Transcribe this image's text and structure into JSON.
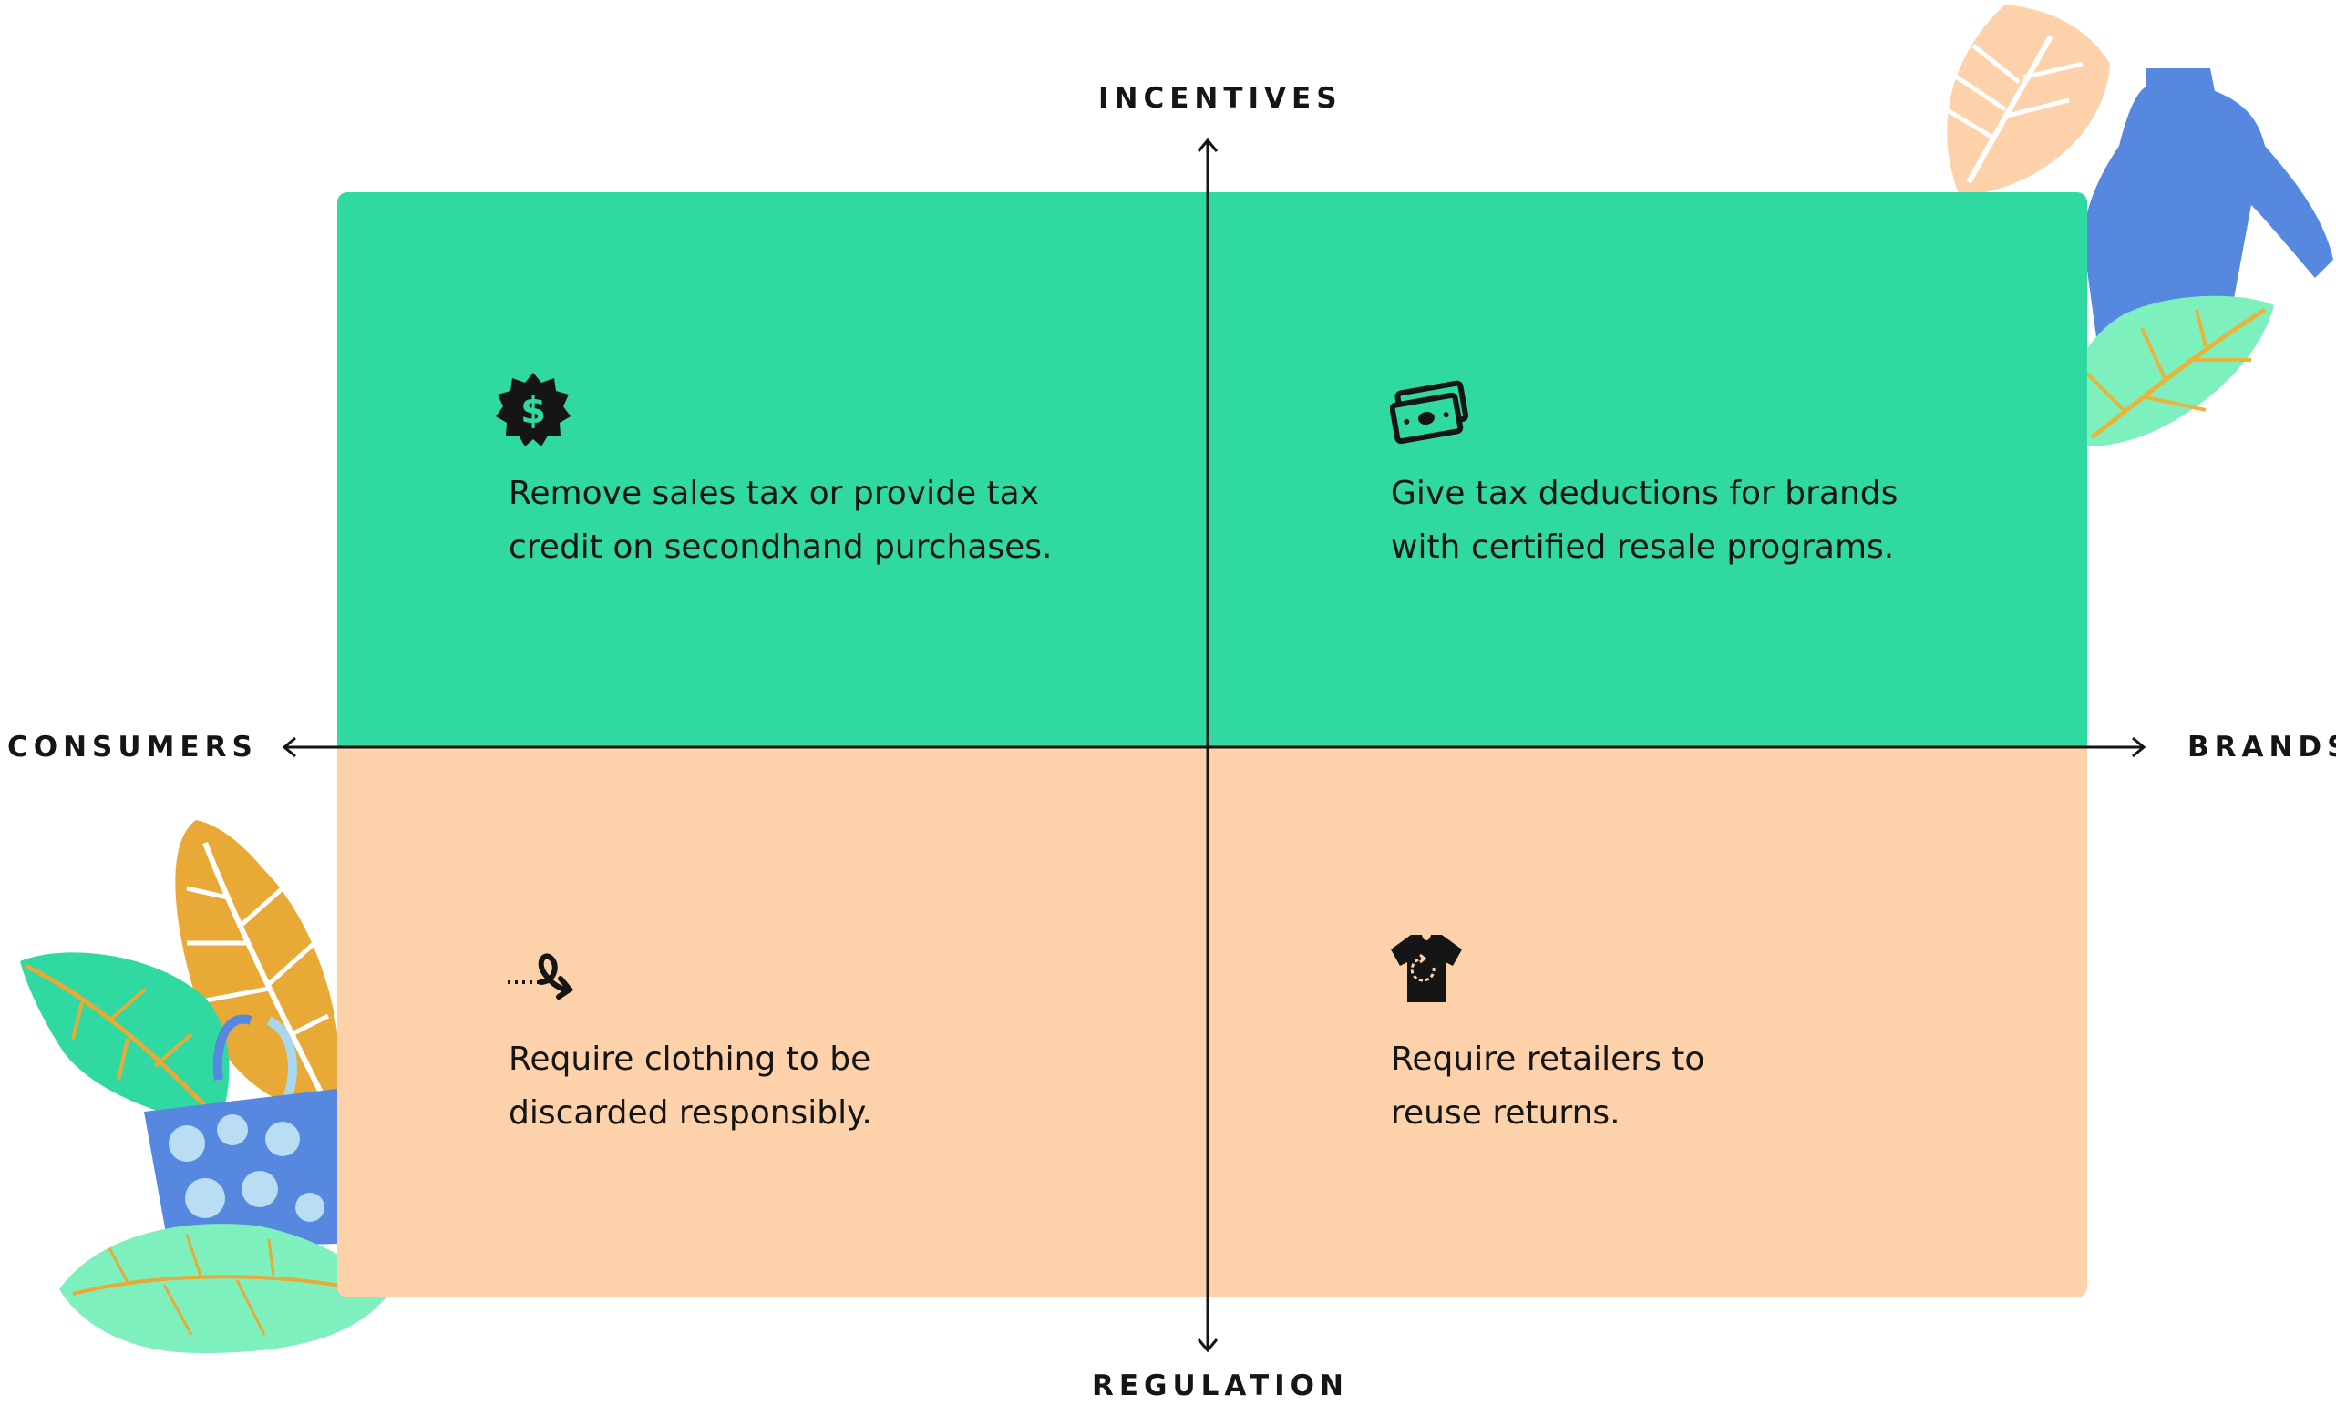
{
  "axes": {
    "top": "INCENTIVES",
    "bottom": "REGULATION",
    "left": "CONSUMERS",
    "right": "BRANDS"
  },
  "quadrants": {
    "incentives_consumers": {
      "icon": "dollar-badge-icon",
      "lines": [
        "Remove sales tax or provide tax",
        "credit on secondhand purchases."
      ]
    },
    "incentives_brands": {
      "icon": "cash-bills-icon",
      "lines": [
        "Give tax deductions for brands",
        "with certified resale programs."
      ]
    },
    "regulation_consumers": {
      "icon": "dotted-loop-arrow-icon",
      "lines": [
        "Require clothing to be",
        "discarded responsibly."
      ]
    },
    "regulation_brands": {
      "icon": "tshirt-recycle-icon",
      "lines": [
        "Require retailers to",
        "reuse returns."
      ]
    }
  },
  "colors": {
    "incentives_panel": "#31d9a2",
    "regulation_panel": "#fdd2aa",
    "text": "#151515"
  },
  "decorations": [
    "leaves-illustration",
    "sweater-illustration",
    "tote-bag-illustration"
  ]
}
